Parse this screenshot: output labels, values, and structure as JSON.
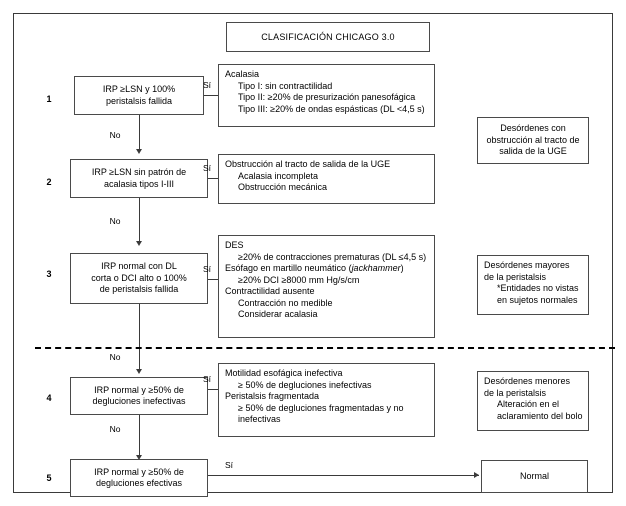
{
  "title_box": {
    "label": "CLASIFICACIÓN CHICAGO 3.0"
  },
  "steps": [
    {
      "number": "1",
      "question_line1": "IRP ≥LSN y 100%",
      "question_line2": "peristalsis fallida",
      "yes_label": "Sí",
      "no_label": "No",
      "result_lines": [
        "Acalasia",
        "Tipo I: sin contractilidad",
        "Tipo II: ≥20% de presurización panesofágica",
        "Tipo III: ≥20% de ondas espásticas (DL <4,5 s)"
      ]
    },
    {
      "number": "2",
      "question_line1": "IRP ≥LSN sin patrón de",
      "question_line2": "acalasia tipos I-III",
      "yes_label": "Sí",
      "no_label": "No",
      "result_lines": [
        "Obstrucción al tracto de salida de la UGE",
        "Acalasia incompleta",
        "Obstrucción mecánica"
      ]
    },
    {
      "number": "3",
      "question_line1": "IRP normal con DL",
      "question_line2": "corta o DCI alto o 100%",
      "question_line3": "de peristalsis fallida",
      "yes_label": "Sí",
      "no_label": "No",
      "result_lines": [
        "DES",
        "≥20% de contracciones prematuras (DL ≤4,5 s)",
        "Esófago en martillo neumático (jackhammer)",
        "≥20% DCI ≥8000 mm Hg/s/cm",
        "Contractilidad ausente",
        "Contracción no medible",
        "Considerar acalasia"
      ]
    },
    {
      "number": "4",
      "question_line1": "IRP normal y ≥50% de",
      "question_line2": "degluciones inefectivas",
      "yes_label": "Sí",
      "no_label": "No",
      "result_lines": [
        "Motilidad esofágica inefectiva",
        "≥ 50% de degluciones inefectivas",
        "Peristalsis fragmentada",
        "≥ 50% de degluciones fragmentadas y no",
        "inefectivas"
      ]
    },
    {
      "number": "5",
      "question_line1": "IRP normal y ≥50% de",
      "question_line2": "degluciones efectivas",
      "yes_label": "Sí",
      "result_lines": [
        "Normal"
      ]
    }
  ],
  "categories": [
    {
      "name": "obstruction-disorders",
      "lines": [
        "Desórdenes con",
        "obstrucción al tracto de",
        "salida de la UGE"
      ]
    },
    {
      "name": "major-peristalsis-disorders",
      "lines": [
        "Desórdenes mayores",
        "de la peristalsis",
        "*Entidades no vistas",
        "en sujetos normales"
      ]
    },
    {
      "name": "minor-peristalsis-disorders",
      "lines": [
        "Desórdenes menores",
        "de la peristalsis",
        "Alteración en el",
        "aclaramiento del bolo"
      ]
    }
  ],
  "italic_word": "jackhammer",
  "colors": {
    "line": "#3a3a3a",
    "border": "#4a4a4a",
    "background": "#ffffff",
    "text": "#000000"
  }
}
